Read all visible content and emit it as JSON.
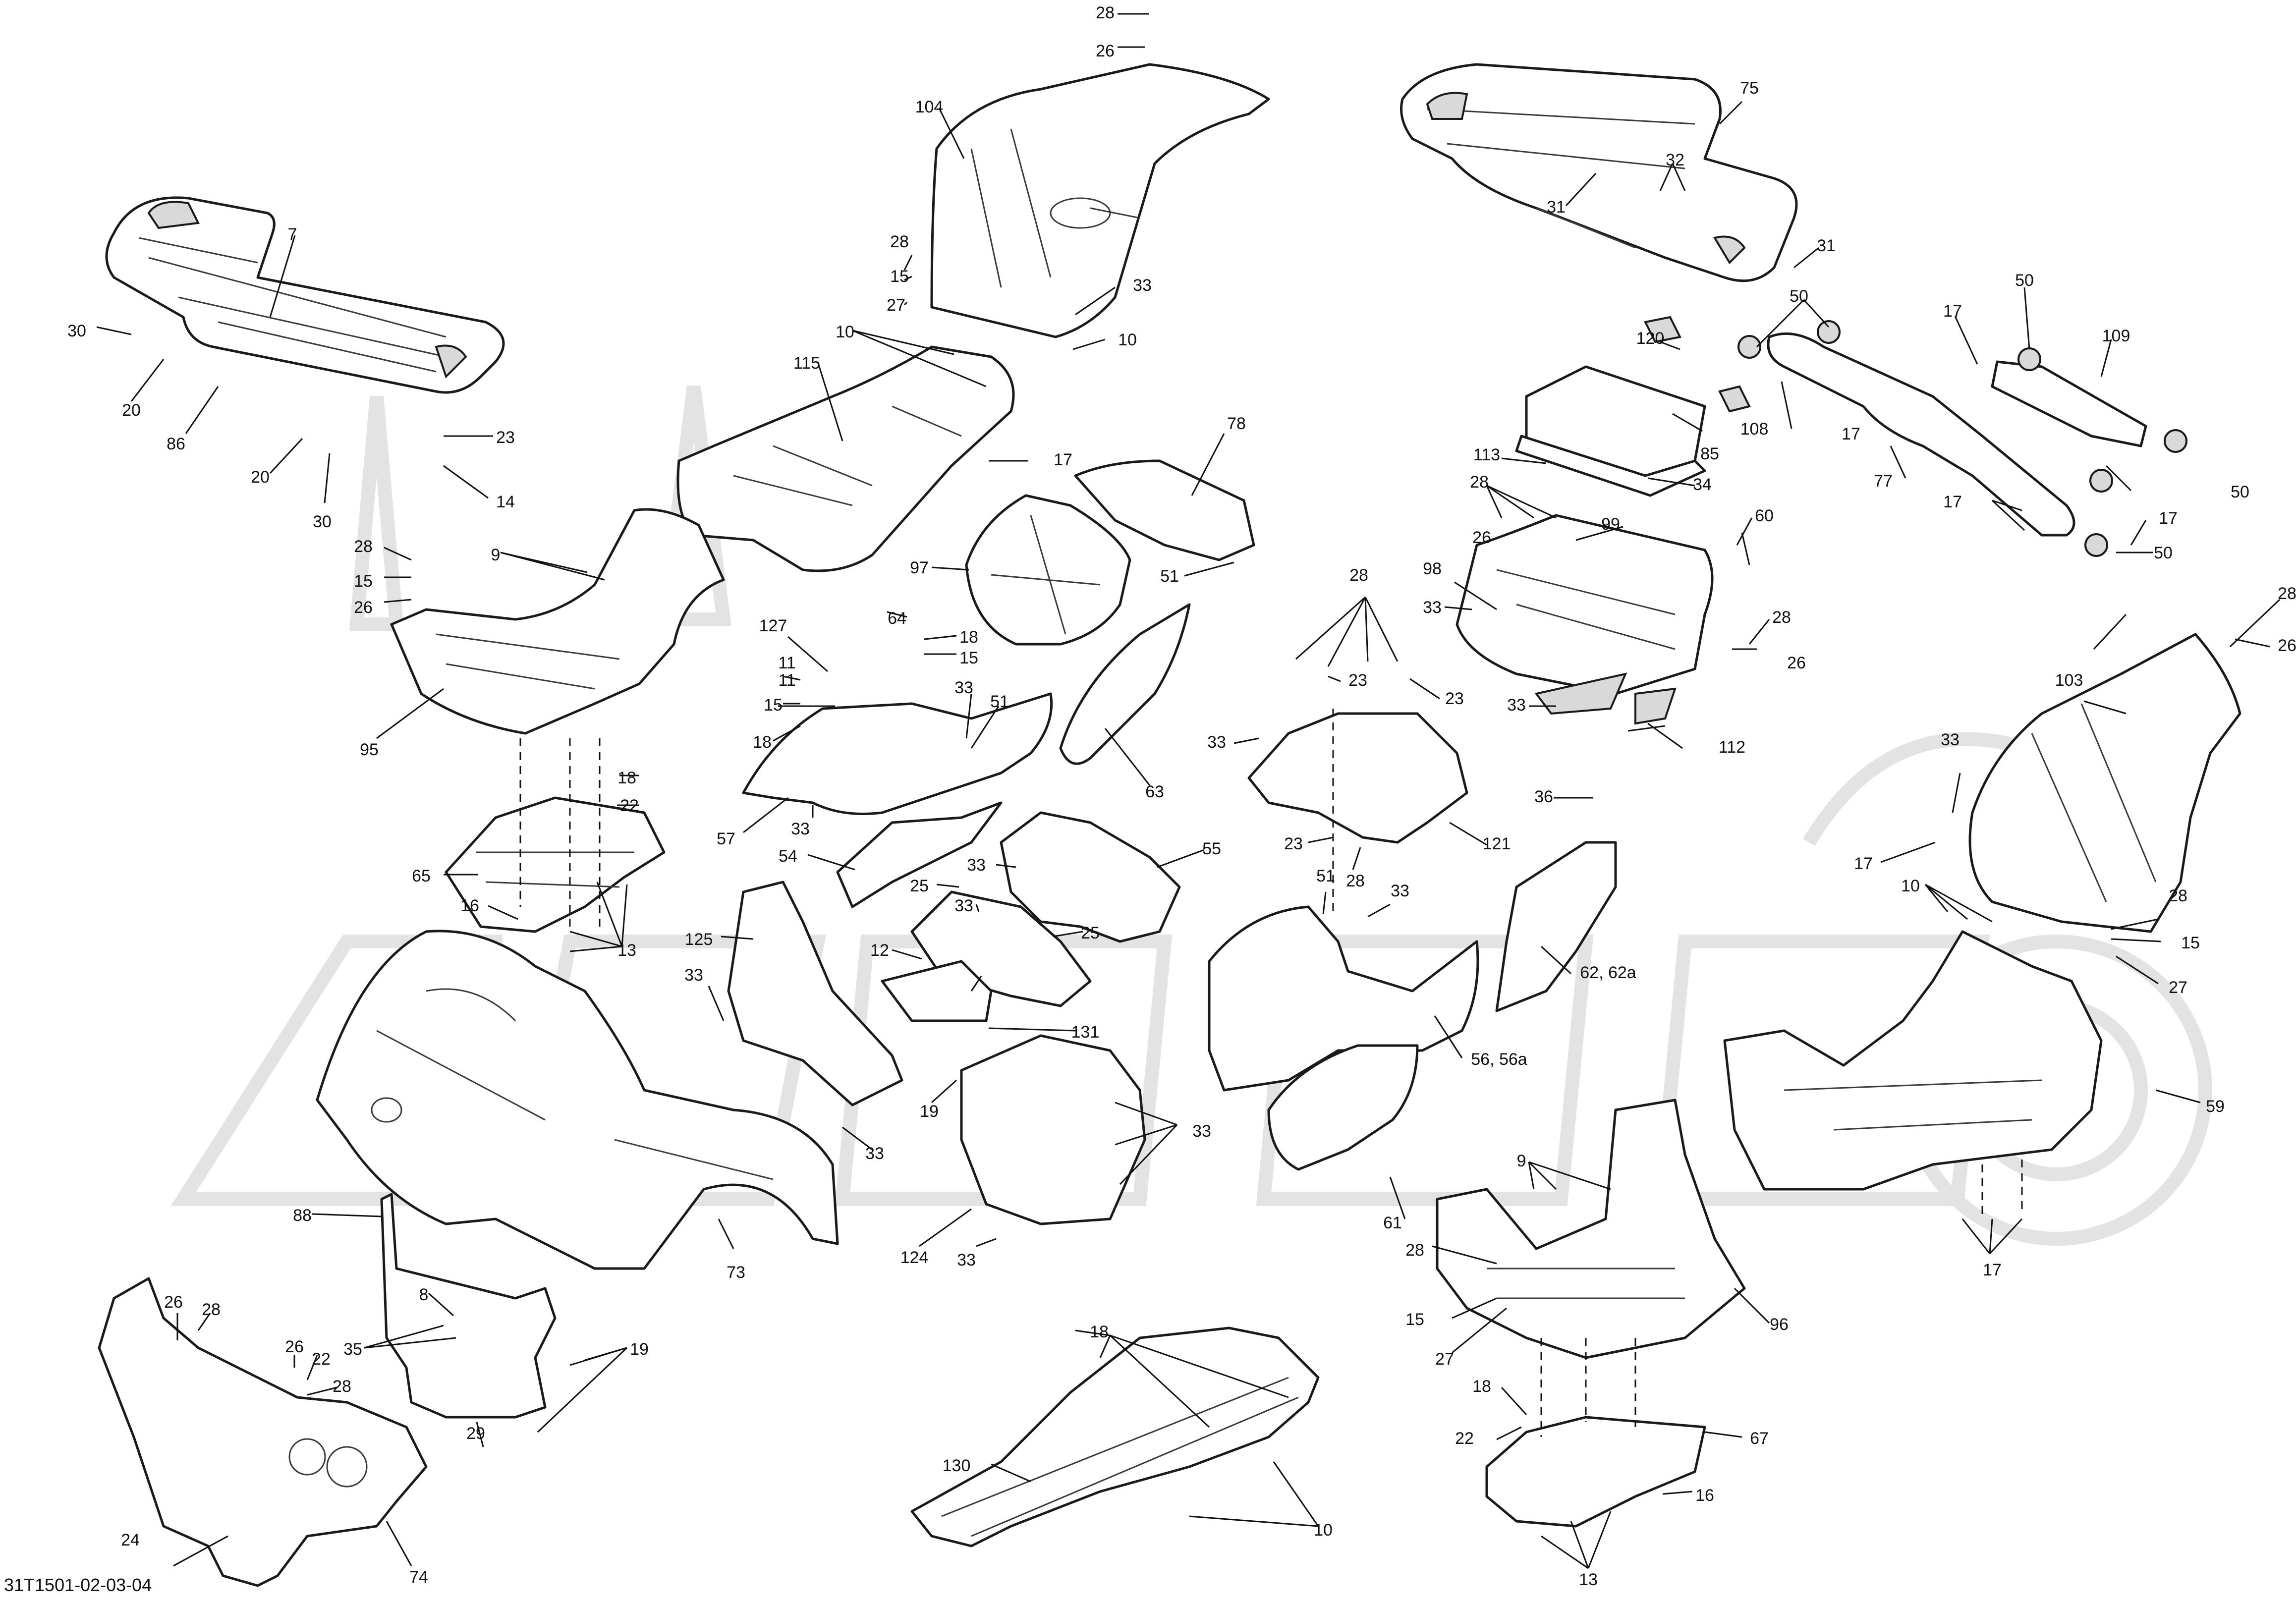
{
  "diagram": {
    "reference_code": "31T1501-02-03-04",
    "callouts": [
      {
        "id": "c-28a",
        "text": "28"
      },
      {
        "id": "c-26a",
        "text": "26"
      },
      {
        "id": "c-104",
        "text": "104"
      },
      {
        "id": "c-28b",
        "text": "28"
      },
      {
        "id": "c-15a",
        "text": "15"
      },
      {
        "id": "c-27a",
        "text": "27"
      },
      {
        "id": "c-10a",
        "text": "10"
      },
      {
        "id": "c-33a",
        "text": "33"
      },
      {
        "id": "c-10b",
        "text": "10"
      },
      {
        "id": "c-115",
        "text": "115"
      },
      {
        "id": "c-17a",
        "text": "17"
      },
      {
        "id": "c-78",
        "text": "78"
      },
      {
        "id": "c-97",
        "text": "97"
      },
      {
        "id": "c-51a",
        "text": "51"
      },
      {
        "id": "c-7",
        "text": "7"
      },
      {
        "id": "c-30a",
        "text": "30"
      },
      {
        "id": "c-20a",
        "text": "20"
      },
      {
        "id": "c-86",
        "text": "86"
      },
      {
        "id": "c-23a",
        "text": "23"
      },
      {
        "id": "c-20b",
        "text": "20"
      },
      {
        "id": "c-14",
        "text": "14"
      },
      {
        "id": "c-30b",
        "text": "30"
      },
      {
        "id": "c-28c",
        "text": "28"
      },
      {
        "id": "c-9a",
        "text": "9"
      },
      {
        "id": "c-15b",
        "text": "15"
      },
      {
        "id": "c-26b",
        "text": "26"
      },
      {
        "id": "c-95",
        "text": "95"
      },
      {
        "id": "c-64",
        "text": "64"
      },
      {
        "id": "c-127",
        "text": "127"
      },
      {
        "id": "c-18a",
        "text": "18"
      },
      {
        "id": "c-15c",
        "text": "15"
      },
      {
        "id": "c-11a",
        "text": "11"
      },
      {
        "id": "c-11b",
        "text": "11"
      },
      {
        "id": "c-15d",
        "text": "15"
      },
      {
        "id": "c-33b",
        "text": "33"
      },
      {
        "id": "c-51b",
        "text": "51"
      },
      {
        "id": "c-18b",
        "text": "18"
      },
      {
        "id": "c-33c",
        "text": "33"
      },
      {
        "id": "c-57",
        "text": "57"
      },
      {
        "id": "c-63",
        "text": "63"
      },
      {
        "id": "c-18c",
        "text": "18"
      },
      {
        "id": "c-22a",
        "text": "22"
      },
      {
        "id": "c-65",
        "text": "65"
      },
      {
        "id": "c-16a",
        "text": "16"
      },
      {
        "id": "c-13a",
        "text": "13"
      },
      {
        "id": "c-54",
        "text": "54"
      },
      {
        "id": "c-33d",
        "text": "33"
      },
      {
        "id": "c-55",
        "text": "55"
      },
      {
        "id": "c-25a",
        "text": "25"
      },
      {
        "id": "c-33e",
        "text": "33"
      },
      {
        "id": "c-125",
        "text": "125"
      },
      {
        "id": "c-25b",
        "text": "25"
      },
      {
        "id": "c-12",
        "text": "12"
      },
      {
        "id": "c-33f",
        "text": "33"
      },
      {
        "id": "c-131",
        "text": "131"
      },
      {
        "id": "c-19a",
        "text": "19"
      },
      {
        "id": "c-33g",
        "text": "33"
      },
      {
        "id": "c-33h",
        "text": "33"
      },
      {
        "id": "c-124",
        "text": "124"
      },
      {
        "id": "c-33i",
        "text": "33"
      },
      {
        "id": "c-73",
        "text": "73"
      },
      {
        "id": "c-88",
        "text": "88"
      },
      {
        "id": "c-8",
        "text": "8"
      },
      {
        "id": "c-35",
        "text": "35"
      },
      {
        "id": "c-19b",
        "text": "19"
      },
      {
        "id": "c-26c",
        "text": "26"
      },
      {
        "id": "c-28d",
        "text": "28"
      },
      {
        "id": "c-26d",
        "text": "26"
      },
      {
        "id": "c-22b",
        "text": "22"
      },
      {
        "id": "c-28e",
        "text": "28"
      },
      {
        "id": "c-29",
        "text": "29"
      },
      {
        "id": "c-24",
        "text": "24"
      },
      {
        "id": "c-74",
        "text": "74"
      },
      {
        "id": "c-18d",
        "text": "18"
      },
      {
        "id": "c-130",
        "text": "130"
      },
      {
        "id": "c-10c",
        "text": "10"
      },
      {
        "id": "c-75",
        "text": "75"
      },
      {
        "id": "c-32",
        "text": "32"
      },
      {
        "id": "c-31a",
        "text": "31"
      },
      {
        "id": "c-31b",
        "text": "31"
      },
      {
        "id": "c-50a",
        "text": "50"
      },
      {
        "id": "c-50b",
        "text": "50"
      },
      {
        "id": "c-17b",
        "text": "17"
      },
      {
        "id": "c-109",
        "text": "109"
      },
      {
        "id": "c-17c",
        "text": "17"
      },
      {
        "id": "c-120",
        "text": "120"
      },
      {
        "id": "c-108",
        "text": "108"
      },
      {
        "id": "c-85",
        "text": "85"
      },
      {
        "id": "c-113",
        "text": "113"
      },
      {
        "id": "c-34",
        "text": "34"
      },
      {
        "id": "c-77",
        "text": "77"
      },
      {
        "id": "c-50c",
        "text": "50"
      },
      {
        "id": "c-17d",
        "text": "17"
      },
      {
        "id": "c-17e",
        "text": "17"
      },
      {
        "id": "c-50d",
        "text": "50"
      },
      {
        "id": "c-28f",
        "text": "28"
      },
      {
        "id": "c-99",
        "text": "99"
      },
      {
        "id": "c-60",
        "text": "60"
      },
      {
        "id": "c-26e",
        "text": "26"
      },
      {
        "id": "c-98",
        "text": "98"
      },
      {
        "id": "c-33j",
        "text": "33"
      },
      {
        "id": "c-28g",
        "text": "28"
      },
      {
        "id": "c-26f",
        "text": "26"
      },
      {
        "id": "c-33k",
        "text": "33"
      },
      {
        "id": "c-112",
        "text": "112"
      },
      {
        "id": "c-36",
        "text": "36"
      },
      {
        "id": "c-28h",
        "text": "28"
      },
      {
        "id": "c-23b",
        "text": "23"
      },
      {
        "id": "c-23c",
        "text": "23"
      },
      {
        "id": "c-33l",
        "text": "33"
      },
      {
        "id": "c-23d",
        "text": "23"
      },
      {
        "id": "c-28i",
        "text": "28"
      },
      {
        "id": "c-121",
        "text": "121"
      },
      {
        "id": "c-51c",
        "text": "51"
      },
      {
        "id": "c-33m",
        "text": "33"
      },
      {
        "id": "c-62",
        "text": "62, 62a"
      },
      {
        "id": "c-56",
        "text": "56, 56a"
      },
      {
        "id": "c-61",
        "text": "61"
      },
      {
        "id": "c-28j",
        "text": "28"
      },
      {
        "id": "c-26g",
        "text": "26"
      },
      {
        "id": "c-103",
        "text": "103"
      },
      {
        "id": "c-33n",
        "text": "33"
      },
      {
        "id": "c-17f",
        "text": "17"
      },
      {
        "id": "c-10d",
        "text": "10"
      },
      {
        "id": "c-28k",
        "text": "28"
      },
      {
        "id": "c-15e",
        "text": "15"
      },
      {
        "id": "c-27b",
        "text": "27"
      },
      {
        "id": "c-59",
        "text": "59"
      },
      {
        "id": "c-17g",
        "text": "17"
      },
      {
        "id": "c-9b",
        "text": "9"
      },
      {
        "id": "c-28l",
        "text": "28"
      },
      {
        "id": "c-15f",
        "text": "15"
      },
      {
        "id": "c-27c",
        "text": "27"
      },
      {
        "id": "c-96",
        "text": "96"
      },
      {
        "id": "c-18e",
        "text": "18"
      },
      {
        "id": "c-22c",
        "text": "22"
      },
      {
        "id": "c-67",
        "text": "67"
      },
      {
        "id": "c-16b",
        "text": "16"
      },
      {
        "id": "c-13b",
        "text": "13"
      }
    ]
  }
}
